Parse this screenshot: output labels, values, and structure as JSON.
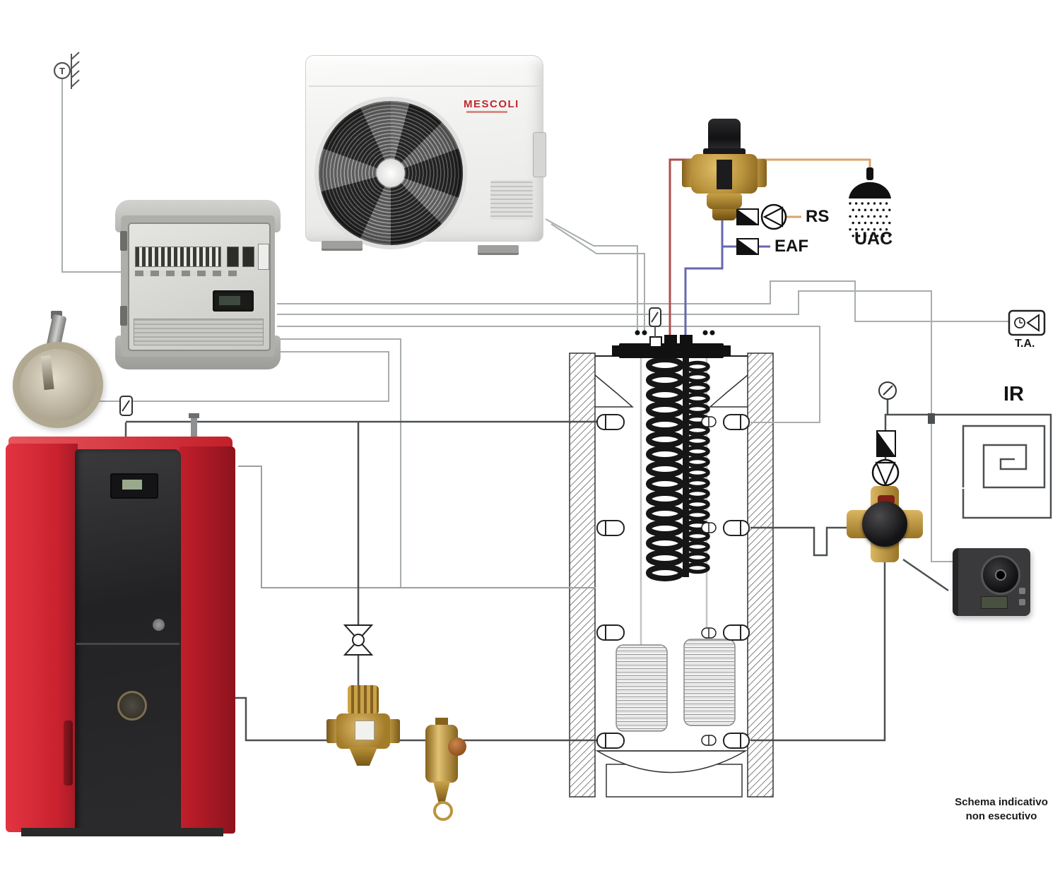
{
  "diagram": {
    "note": {
      "line1": "Schema indicativo",
      "line2": "non esecutivo"
    },
    "labels": {
      "rs": "RS",
      "eaf": "EAF",
      "uac": "UAC",
      "ta": "T.A.",
      "ir": "IR",
      "outdoor_sensor": "T",
      "brand": "MESCOLI"
    },
    "colors": {
      "hot_pipe": "#b24c4c",
      "cold_pipe": "#6767b0",
      "dhw_pipe": "#d9a469",
      "gray_pipe": "#a8adad",
      "dark_pipe": "#4c5052",
      "boiler_red": "#d42430",
      "brand_red": "#c1272d"
    },
    "icons": {
      "pump-icon": "circle with inscribed triangle",
      "check-valve-icon": "square with black diagonal half",
      "gate-valve-icon": "bowtie with center circle",
      "gauge-icon": "circle with needle",
      "shower-icon": "shower head with spray dots",
      "room-thermostat-icon": "box with clock and triangle",
      "radiant-floor-icon": "square spiral coil",
      "sensor-icon": "small box with diagonal probe",
      "outdoor-sensor-icon": "circled T on hatched wall"
    }
  }
}
